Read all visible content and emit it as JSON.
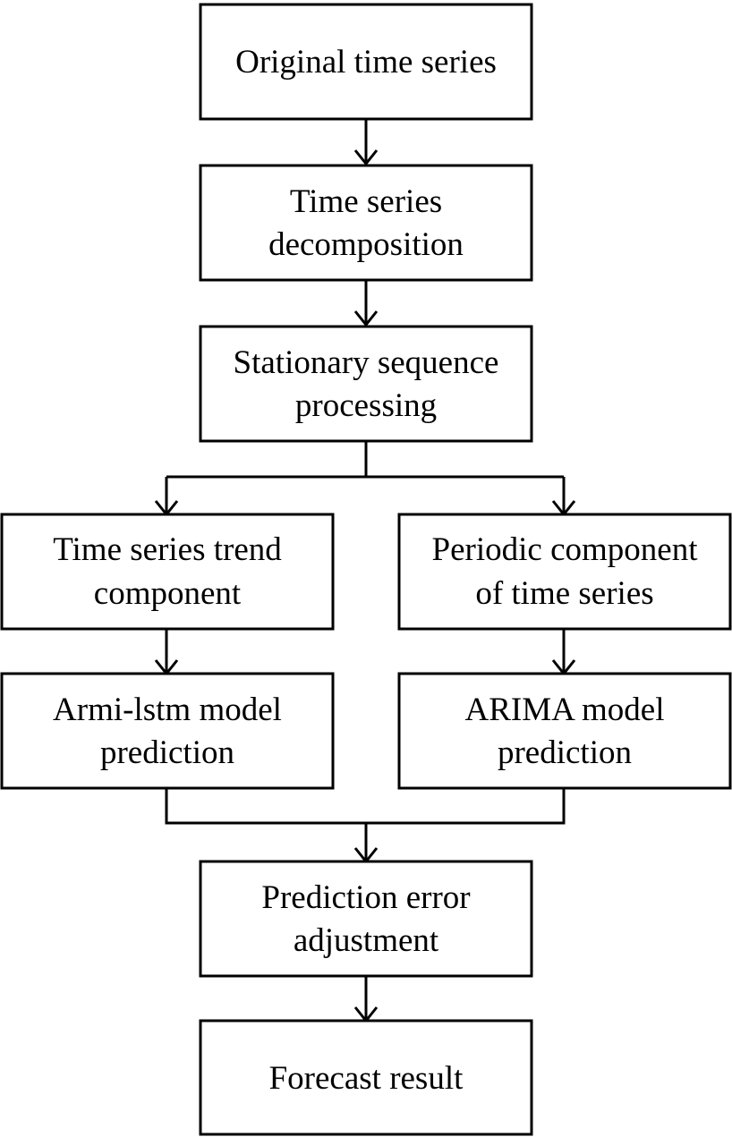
{
  "nodes": [
    {
      "id": "original",
      "lines": [
        "Original time series"
      ]
    },
    {
      "id": "decomposition",
      "lines": [
        "Time series",
        "decomposition"
      ]
    },
    {
      "id": "stationary",
      "lines": [
        "Stationary sequence",
        "processing"
      ]
    },
    {
      "id": "trend",
      "lines": [
        "Time series trend",
        "component"
      ]
    },
    {
      "id": "periodic",
      "lines": [
        "Periodic component",
        "of time series"
      ]
    },
    {
      "id": "armi_lstm",
      "lines": [
        "Armi-lstm model",
        "prediction"
      ]
    },
    {
      "id": "arima",
      "lines": [
        "ARIMA model",
        "prediction"
      ]
    },
    {
      "id": "error_adjust",
      "lines": [
        "Prediction error",
        "adjustment"
      ]
    },
    {
      "id": "forecast",
      "lines": [
        "Forecast result"
      ]
    }
  ],
  "edges": [
    {
      "from": "original",
      "to": "decomposition"
    },
    {
      "from": "decomposition",
      "to": "stationary"
    },
    {
      "from": "stationary",
      "to": "trend"
    },
    {
      "from": "stationary",
      "to": "periodic"
    },
    {
      "from": "trend",
      "to": "armi_lstm"
    },
    {
      "from": "periodic",
      "to": "arima"
    },
    {
      "from": "armi_lstm",
      "to": "error_adjust"
    },
    {
      "from": "arima",
      "to": "error_adjust"
    },
    {
      "from": "error_adjust",
      "to": "forecast"
    }
  ],
  "colors": {
    "stroke": "#000000",
    "fill": "#ffffff",
    "text": "#000000"
  }
}
